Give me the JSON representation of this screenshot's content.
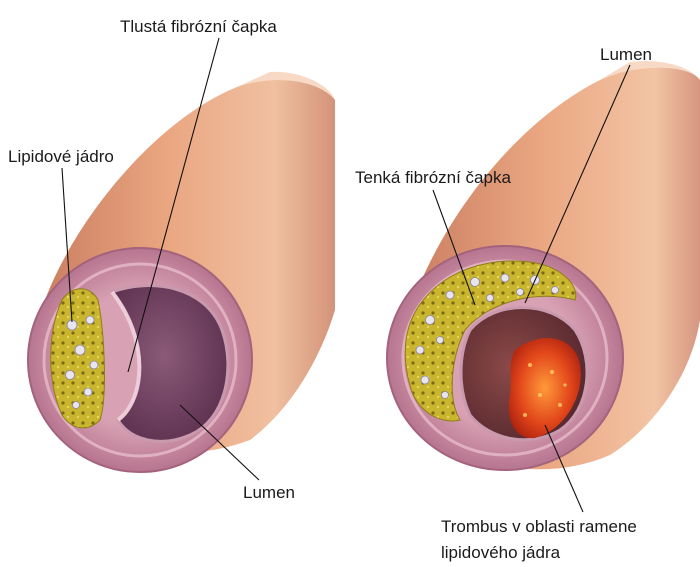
{
  "labels": {
    "thick_cap": "Tlustá fibrózní čapka",
    "lipid_core": "Lipidové jádro",
    "lumen_left": "Lumen",
    "lumen_right": "Lumen",
    "thin_cap": "Tenká fibrózní čapka",
    "thrombus_line1": "Trombus v oblasti ramene",
    "thrombus_line2": "lipidového jádra"
  },
  "colors": {
    "vessel_outer": "#e8a07c",
    "vessel_shadow": "#a6544c",
    "wall_pink": "#c78aa3",
    "lumen_dark": "#6e3e5c",
    "lipid_yellow": "#c9b52e",
    "thrombus_orange": "#e2461a"
  }
}
